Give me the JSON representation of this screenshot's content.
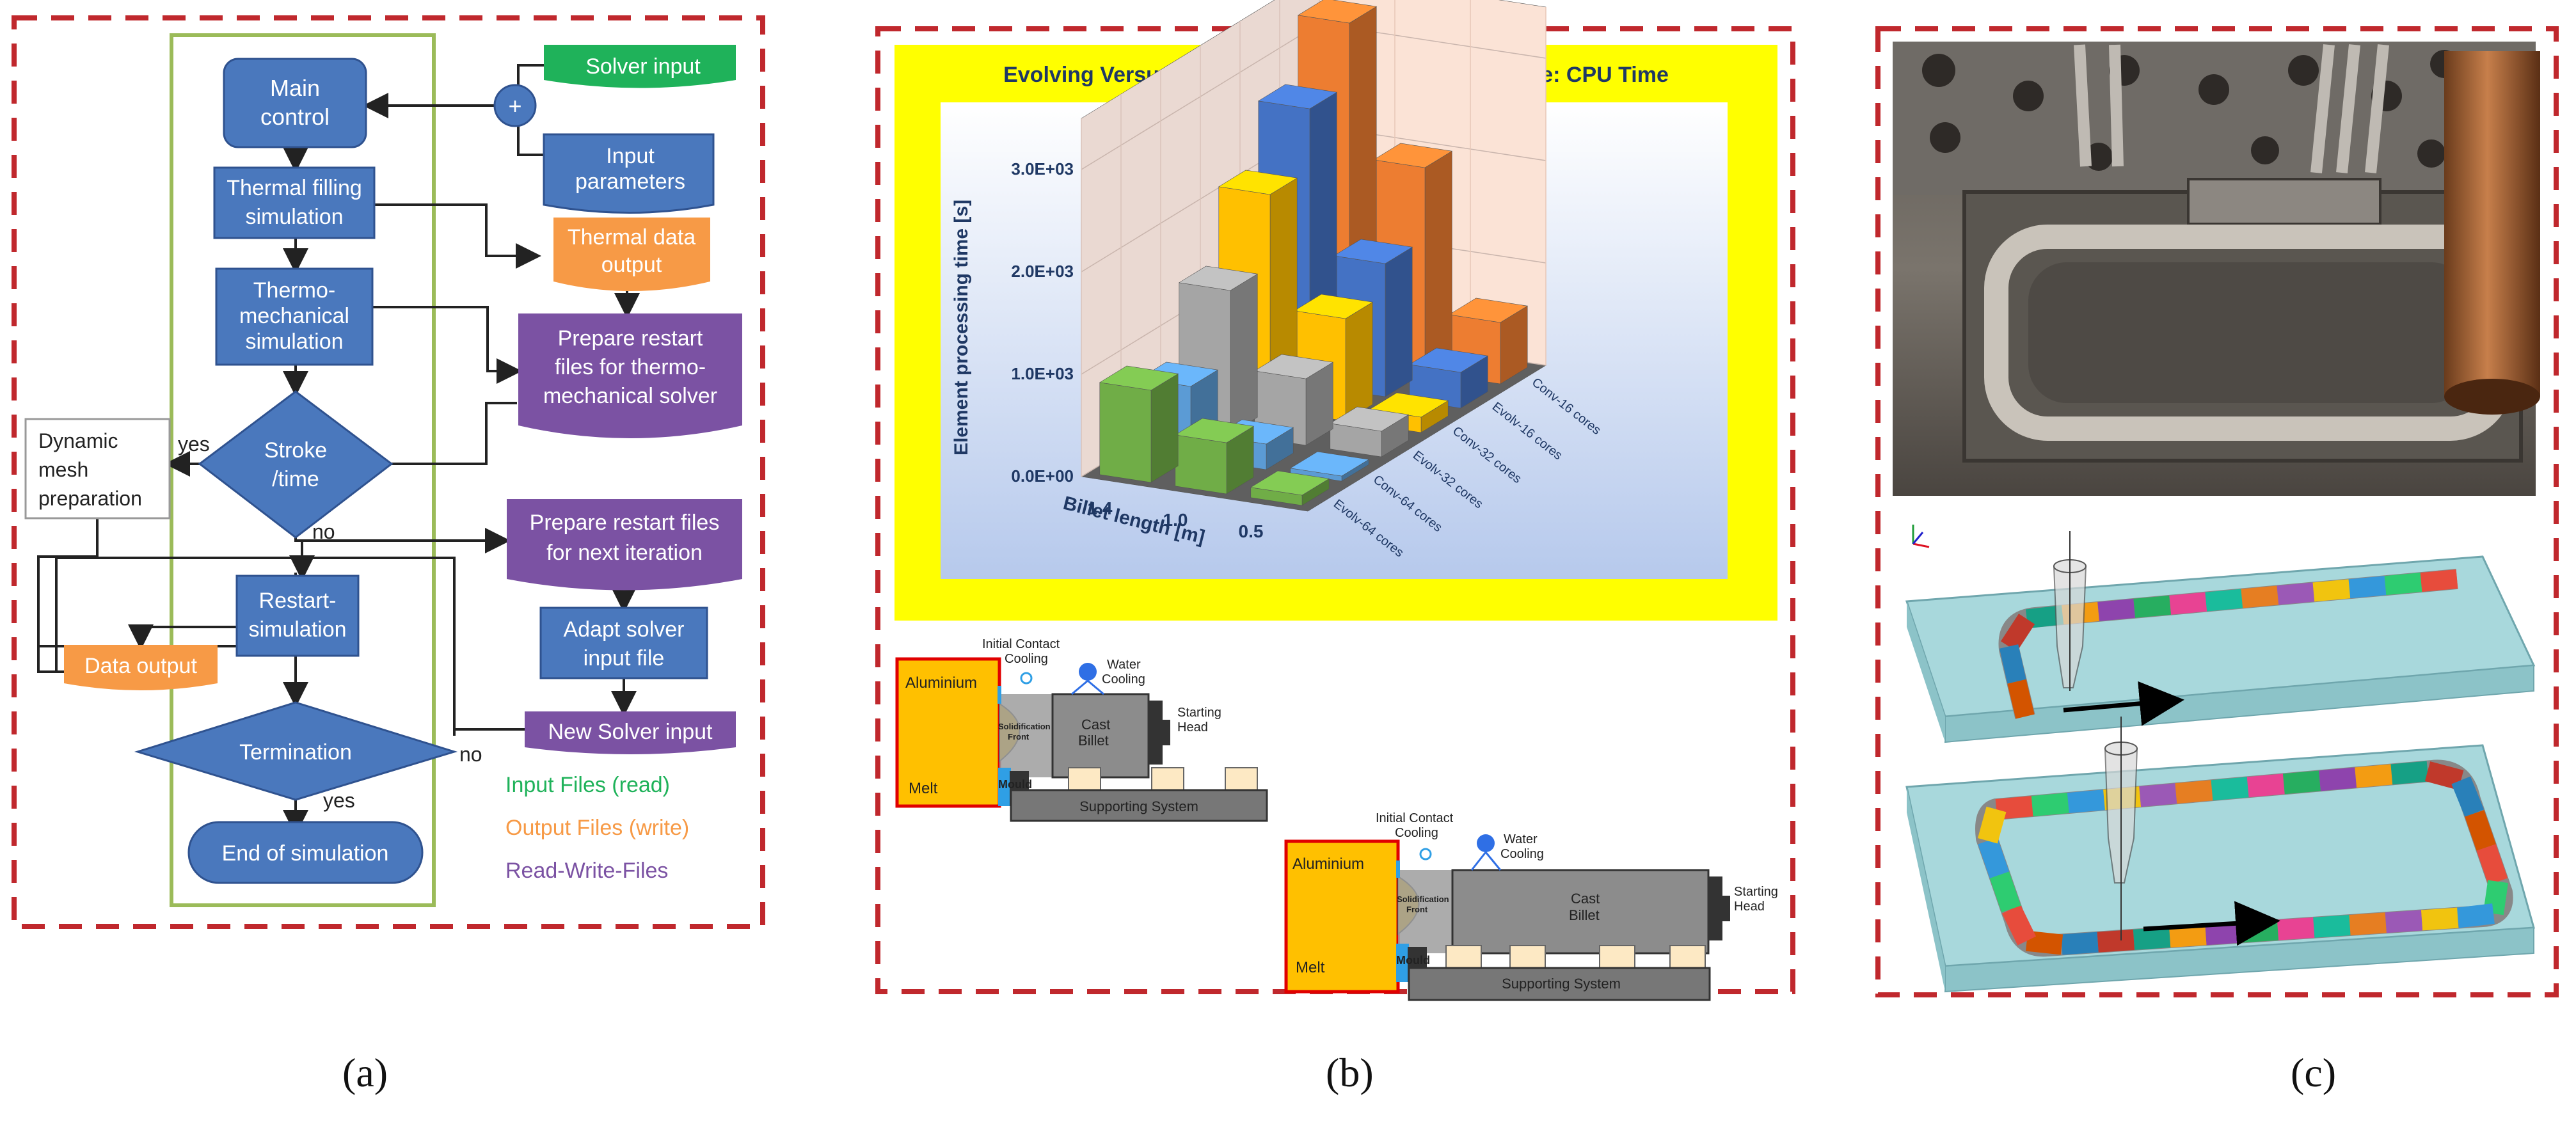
{
  "panel_a": {
    "nodes": {
      "main_control": [
        "Main",
        "control"
      ],
      "thermal_filling": [
        "Thermal filling",
        "simulation"
      ],
      "thermo_mech": [
        "Thermo-",
        "mechanical",
        "simulation"
      ],
      "stroke_time": [
        "Stroke",
        "/time"
      ],
      "restart_sim": [
        "Restart-",
        "simulation"
      ],
      "termination": "Termination",
      "end_sim": "End of simulation",
      "solver_input": "Solver input",
      "plus": "+",
      "input_params": [
        "Input",
        "parameters"
      ],
      "thermal_data_output": [
        "Thermal data",
        "output"
      ],
      "prepare_restart_tm": [
        "Prepare restart",
        "files for thermo-",
        "mechanical solver"
      ],
      "dynamic_mesh": [
        "Dynamic",
        "mesh",
        "preparation"
      ],
      "prepare_restart_next": [
        "Prepare restart files",
        "for next iteration"
      ],
      "adapt_solver": [
        "Adapt solver",
        "input file"
      ],
      "new_solver_input": "New Solver input",
      "data_output": "Data output"
    },
    "edge_labels": {
      "yes_stroke": "yes",
      "no_stroke": "no",
      "yes_term": "yes",
      "no_term": "no"
    },
    "legend": [
      "Input Files (read)",
      "Output Files (write)",
      "Read-Write-Files"
    ],
    "colors": {
      "process": "#4a78bd",
      "input": "#1fb25a",
      "output": "#f79a46",
      "readwrite": "#7b52a3",
      "frame": "#9bbb59",
      "border": "#c0282d"
    }
  },
  "panel_b": {
    "chart_data": {
      "type": "bar",
      "title": "Evolving Versus Conventional Fixed Mesh Technique: CPU Time",
      "xlabel": "Billet length [m]",
      "ylabel": "Element processing time [s]",
      "categories": [
        "1.4",
        "1.0",
        "0.5"
      ],
      "y_ticks": [
        "0.0E+00",
        "1.0E+03",
        "2.0E+03",
        "3.0E+03"
      ],
      "ylim": [
        0,
        3500
      ],
      "series": [
        {
          "name": "Evolv-64 cores",
          "color": "#70ad47",
          "values": [
            900,
            500,
            100
          ]
        },
        {
          "name": "Conv-64 cores",
          "color": "#5b9bd5",
          "values": [
            700,
            250,
            50
          ]
        },
        {
          "name": "Evolv-32 cores",
          "color": "#a5a5a5",
          "values": [
            1400,
            650,
            250
          ]
        },
        {
          "name": "Conv-32 cores",
          "color": "#ffc000",
          "values": [
            2100,
            1000,
            150
          ]
        },
        {
          "name": "Evolv-16 cores",
          "color": "#4472c4",
          "values": [
            2700,
            1300,
            350
          ]
        },
        {
          "name": "Conv-16 cores",
          "color": "#ed7d31",
          "values": [
            3300,
            2000,
            600
          ]
        }
      ]
    },
    "casting_labels": {
      "aluminium": "Aluminium",
      "initial_contact": [
        "Initial Contact",
        "Cooling"
      ],
      "water_cooling": [
        "Water",
        "Cooling"
      ],
      "solidification": [
        "Solidification",
        "Front"
      ],
      "cast_billet": [
        "Cast",
        "Billet"
      ],
      "starting_head": [
        "Starting",
        "Head"
      ],
      "mould": "Mould",
      "melt": "Melt",
      "supporting": "Supporting System"
    }
  },
  "panel_c": {},
  "captions": [
    "(a)",
    "(b)",
    "(c)"
  ]
}
